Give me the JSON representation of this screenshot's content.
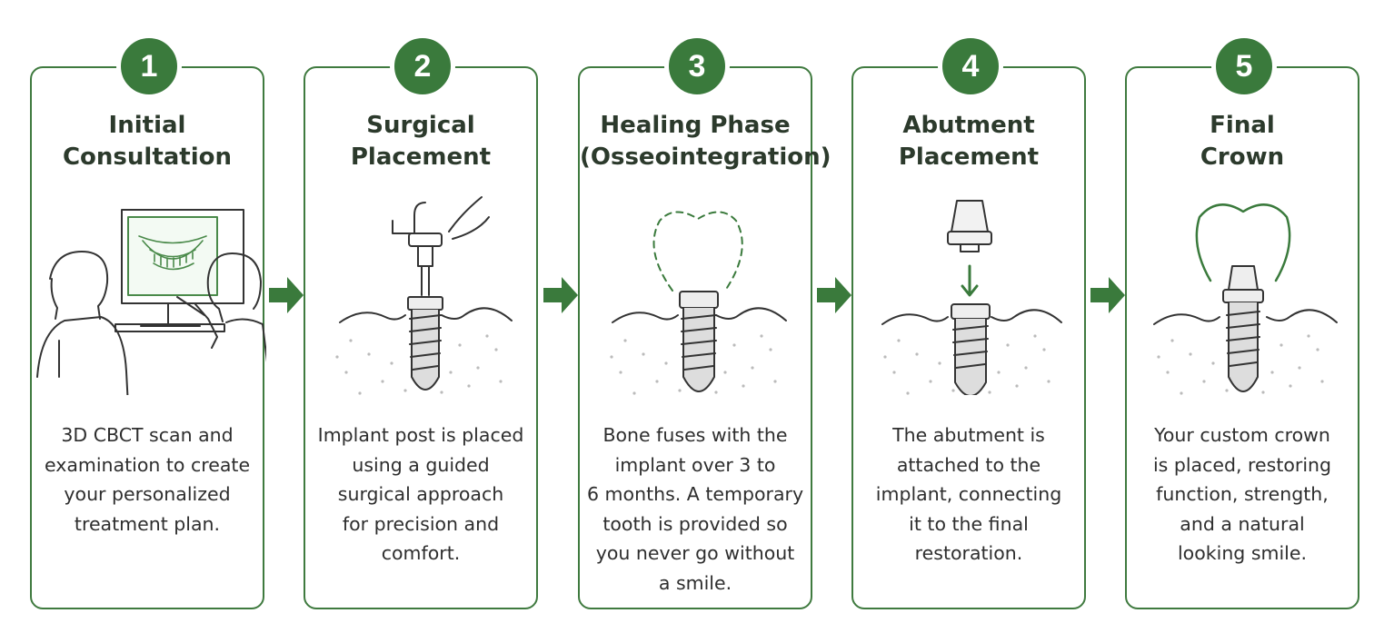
{
  "accent_color": "#3a7a3c",
  "steps": [
    {
      "number": "1",
      "title": [
        "Initial",
        "Consultation"
      ],
      "desc": [
        "3D CBCT scan and",
        "examination to create",
        "your personalized",
        "treatment plan."
      ]
    },
    {
      "number": "2",
      "title": [
        "Surgical",
        "Placement"
      ],
      "desc": [
        "Implant post is placed",
        "using a guided",
        "surgical approach",
        "for precision and",
        "comfort."
      ]
    },
    {
      "number": "3",
      "title": [
        "Healing Phase",
        "(Osseointegration)"
      ],
      "desc": [
        "Bone fuses with the",
        "implant over 3 to",
        "6 months. A temporary",
        "tooth is provided so",
        "you never go without",
        "a smile."
      ]
    },
    {
      "number": "4",
      "title": [
        "Abutment",
        "Placement"
      ],
      "desc": [
        "The abutment is",
        "attached to the",
        "implant, connecting",
        "it to the final",
        "restoration."
      ]
    },
    {
      "number": "5",
      "title": [
        "Final",
        "Crown"
      ],
      "desc": [
        "Your custom crown",
        "is placed, restoring",
        "function, strength,",
        "and a natural",
        "looking smile."
      ]
    }
  ],
  "icons": [
    "consultation-illustration",
    "surgical-placement-illustration",
    "healing-phase-illustration",
    "abutment-placement-illustration",
    "final-crown-illustration",
    "arrow-right-icon"
  ]
}
